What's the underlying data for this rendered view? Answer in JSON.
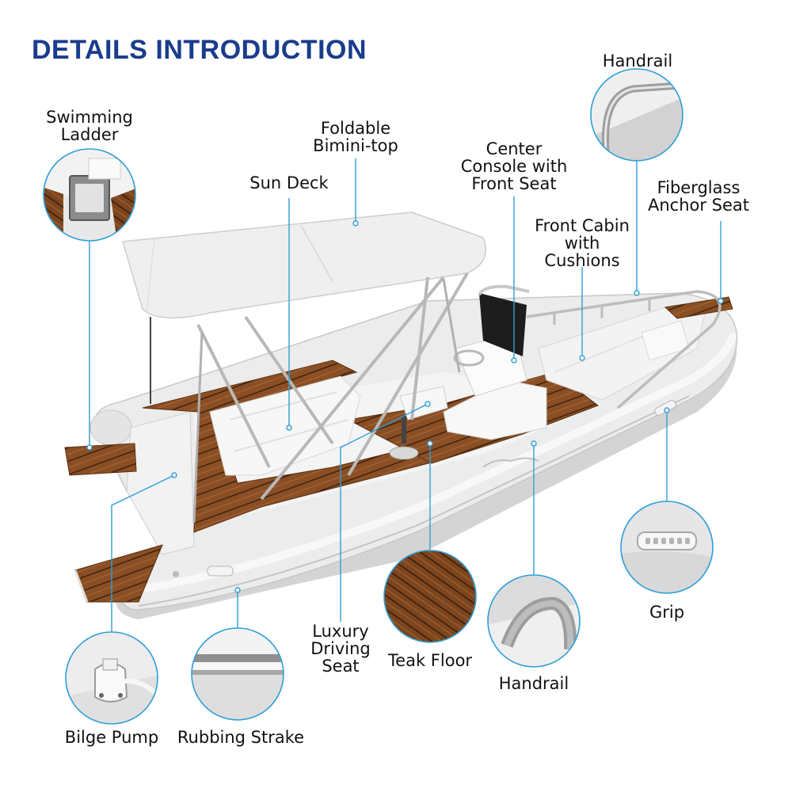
{
  "title": "DETAILS INTRODUCTION",
  "labels": {
    "handrail_top": "Handrail",
    "swimming_ladder": "Swimming\nLadder",
    "bimini": "Foldable\nBimini-top",
    "center_console": "Center\nConsole with\nFront Seat",
    "fiberglass_anchor": "Fiberglass\nAnchor Seat",
    "sun_deck": "Sun Deck",
    "front_cabin": "Front Cabin\nwith\nCushions",
    "grip": "Grip",
    "luxury_seat": "Luxury\nDriving\nSeat",
    "teak_floor": "Teak Floor",
    "handrail_bottom": "Handrail",
    "bilge_pump": "Bilge Pump",
    "rubbing_strake": "Rubbing Strake"
  },
  "colors": {
    "title": "#1a3c8c",
    "leader": "#2f9ed8",
    "teak": "#8a4f24",
    "hull": "#ececec"
  },
  "icons": {
    "detail_handrail_top": "handrail-photo",
    "detail_ladder": "swimming-ladder-photo",
    "detail_grip": "grip-photo",
    "detail_teak": "teak-floor-photo",
    "detail_handrail_bottom": "handrail-photo",
    "detail_bilge": "bilge-pump-photo",
    "detail_rubbing": "rubbing-strake-photo"
  }
}
